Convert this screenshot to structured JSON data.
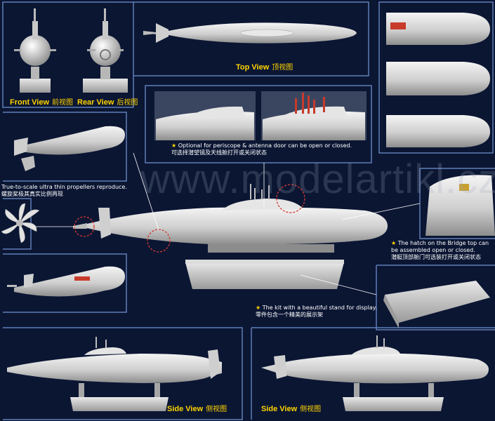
{
  "views": {
    "front": {
      "en": "Front View",
      "cn": "前视图"
    },
    "rear": {
      "en": "Rear View",
      "cn": "后视图"
    },
    "top": {
      "en": "Top View",
      "cn": "顶视图"
    },
    "side_left": {
      "en": "Side View",
      "cn": "侧视图"
    },
    "side_right": {
      "en": "Side View",
      "cn": "侧视图"
    }
  },
  "captions": {
    "periscope": {
      "en": "Optional for periscope & antenna door can be open or closed.",
      "cn": "可选择潜望镜及天线舱打开或关闭状态"
    },
    "propeller": {
      "en": "True-to-scale ultra thin propellers reproduce.",
      "cn": "螺旋桨极其真实比例再现"
    },
    "hatch": {
      "en": "The hatch on the Bridge top can be assembled open or closed.",
      "cn": "潜艇顶部舱门可选装打开或关闭状态"
    },
    "stand": {
      "en": "The kit with a beautiful stand for display.",
      "cn": "零件包含一个精美的展示架"
    }
  },
  "watermark": "www.modelartikl.cz",
  "colors": {
    "background": "#0a1530",
    "panel_border": "#5f7fb8",
    "title": "#ffd400",
    "hull": "#d8d8d8",
    "detail_red": "#c83a2a"
  }
}
